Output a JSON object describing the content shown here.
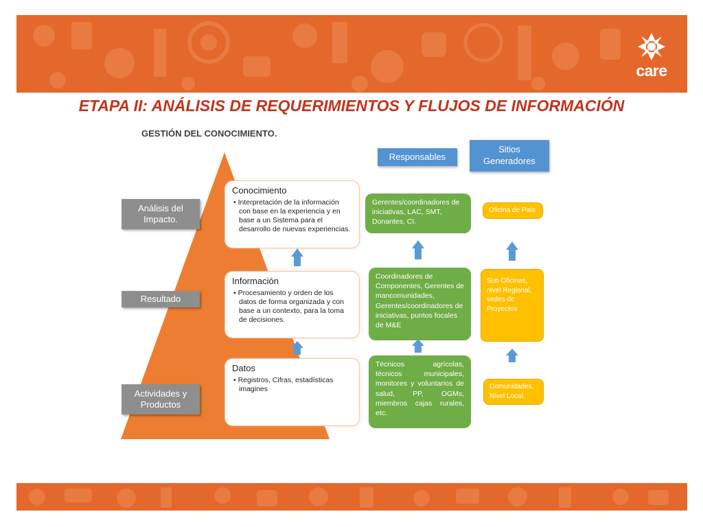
{
  "header": {
    "logo_text": "care",
    "brand_color": "#e4682b"
  },
  "title": "ETAPA II: ANÁLISIS DE REQUERIMIENTOS Y FLUJOS DE INFORMACIÓN",
  "subtitle": "GESTIÓN DEL CONOCIMIENTO.",
  "levels": [
    {
      "label_line1": "Análisis del",
      "label_line2": "Impacto."
    },
    {
      "label_line1": "Resultado",
      "label_line2": ""
    },
    {
      "label_line1": "Actividades y",
      "label_line2": "Productos"
    }
  ],
  "pyramid": [
    {
      "heading": "Conocimiento",
      "bullet": "• Interpretación de la información con base en la experiencia y en base a un Sistema para el desarrollo de nuevas experiencias."
    },
    {
      "heading": "Información",
      "bullet": "• Procesamiento y orden de los datos de forma organizada y con base a un contexto, para la toma de decisiones."
    },
    {
      "heading": "Datos",
      "bullet": "• Registros, Cifras, estadísticas imagines"
    }
  ],
  "columns": {
    "responsables_label": "Responsables",
    "sitios_line1": "Sitios",
    "sitios_line2": "Generadores"
  },
  "responsables": [
    "Gerentes/coordinadores de iniciativas, LAC, SMT, Donantes, CI.",
    "Coordinadores de Componentes, Gerentes de mancomunidades, Gerentes/coordinadores de iniciativas, puntos focales de M&E",
    "Técnicos agrícolas, técnicos municipales, monitores y voluntarios de salud, PP, OGMs, miembros cajas rurales, etc."
  ],
  "sitios": [
    "Oficina de País",
    "Sub Oficinas, nivel Regional, sedes de Proyectos",
    "Comunidades, Nivel Local."
  ],
  "colors": {
    "title": "#c0341d",
    "pyramid": "#ed7d31",
    "level_box": "#8e8e8e",
    "header_box": "#5393d2",
    "green_box": "#6fad46",
    "yellow_box": "#ffc000",
    "arrow": "#5b9bd5"
  }
}
